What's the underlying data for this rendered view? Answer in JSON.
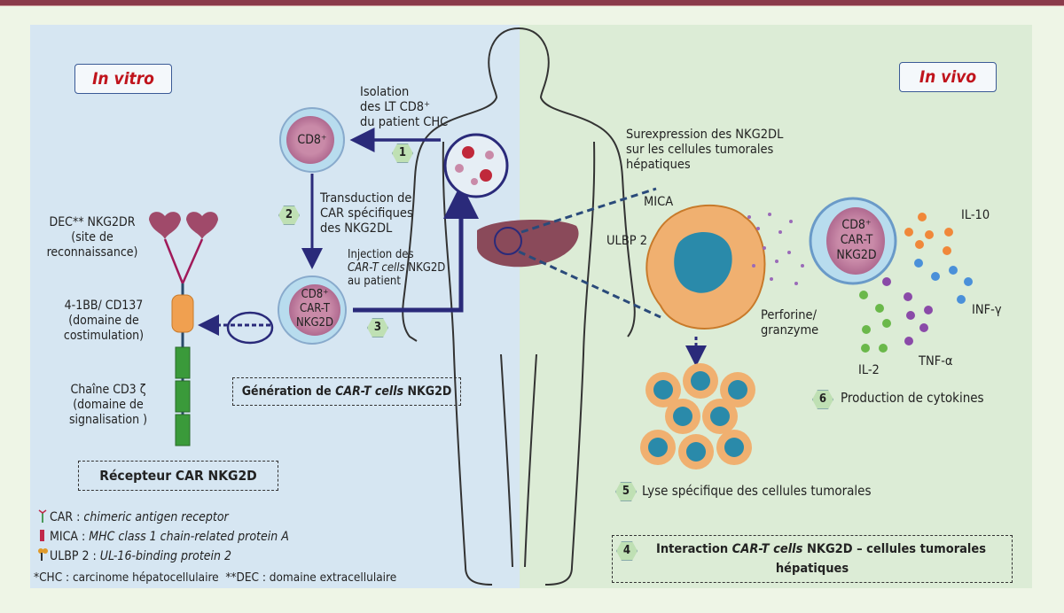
{
  "panels": {
    "left": {
      "title": "In vitro"
    },
    "right": {
      "title": "In vivo"
    }
  },
  "steps": [
    {
      "number": "1",
      "label": "Isolation\ndes LT CD8⁺\ndu patient CHC"
    },
    {
      "number": "2",
      "label": "Transduction de\nCAR spécifiques\ndes NKG2DL"
    },
    {
      "number": "3",
      "label_prefix": "Injection des",
      "label_italic": "CAR-T cells",
      "label_suffix": " NKG2D",
      "label_line3": "au patient"
    },
    {
      "number": "4",
      "label_prefix": "Interaction ",
      "label_italic": "CAR-T cells",
      "label_suffix": " NKG2D – cellules tumorales",
      "label_line2": "hépatiques"
    },
    {
      "number": "5",
      "label": "Lyse spécifique des cellules tumorales"
    },
    {
      "number": "6",
      "label": "Production de cytokines"
    }
  ],
  "cells": {
    "cd8": "CD8⁺",
    "cart": "CD8⁺\nCAR-T\nNKG2D",
    "cart_right": "CD8⁺\nCAR-T\nNKG2D"
  },
  "receptor": {
    "dec_label": "DEC** NKG2DR\n(site de\nreconnaissance)",
    "costim_label": "4-1BB/ CD137\n(domaine de\ncostimulation)",
    "cd3_label": "Chaîne CD3 ζ\n(domaine de\nsignalisation )",
    "title": "Récepteur CAR NKG2D"
  },
  "generation": {
    "prefix": "Génération de ",
    "italic": "CAR-T cells",
    "suffix": " NKG2D"
  },
  "tumor": {
    "overexpression": "Surexpression des NKG2DL\nsur les cellules tumorales\nhépatiques",
    "mica": "MICA",
    "ulbp2": "ULBP 2",
    "perforin": "Perforine/\ngranzyme"
  },
  "cytokines": [
    {
      "name": "IL-10",
      "color": "#f0883a"
    },
    {
      "name": "INF-γ",
      "color": "#4a90d9"
    },
    {
      "name": "TNF-α",
      "color": "#8a4aa8"
    },
    {
      "name": "IL-2",
      "color": "#6ab84a"
    }
  ],
  "legend": [
    {
      "icon": "car-icon",
      "abbr": "CAR : ",
      "full": "chimeric antigen receptor",
      "color": "#4a9a5a"
    },
    {
      "icon": "mica-icon",
      "abbr": "MICA : ",
      "full": "MHC class 1 chain-related protein A",
      "color": "#c0284a"
    },
    {
      "icon": "ulbp2-icon",
      "abbr": "ULBP 2 : ",
      "full": "UL-16-binding protein 2",
      "color": "#e09a2a"
    }
  ],
  "footnote": "*CHC : carcinome hépatocellulaire  **DEC : domaine extracellulaire",
  "colors": {
    "arrow": "#2a2a7a",
    "title_red": "#c0141c",
    "left_bg": "#d6e6f2",
    "right_bg": "#dcecd6",
    "topbar": "#8a3a4a"
  }
}
